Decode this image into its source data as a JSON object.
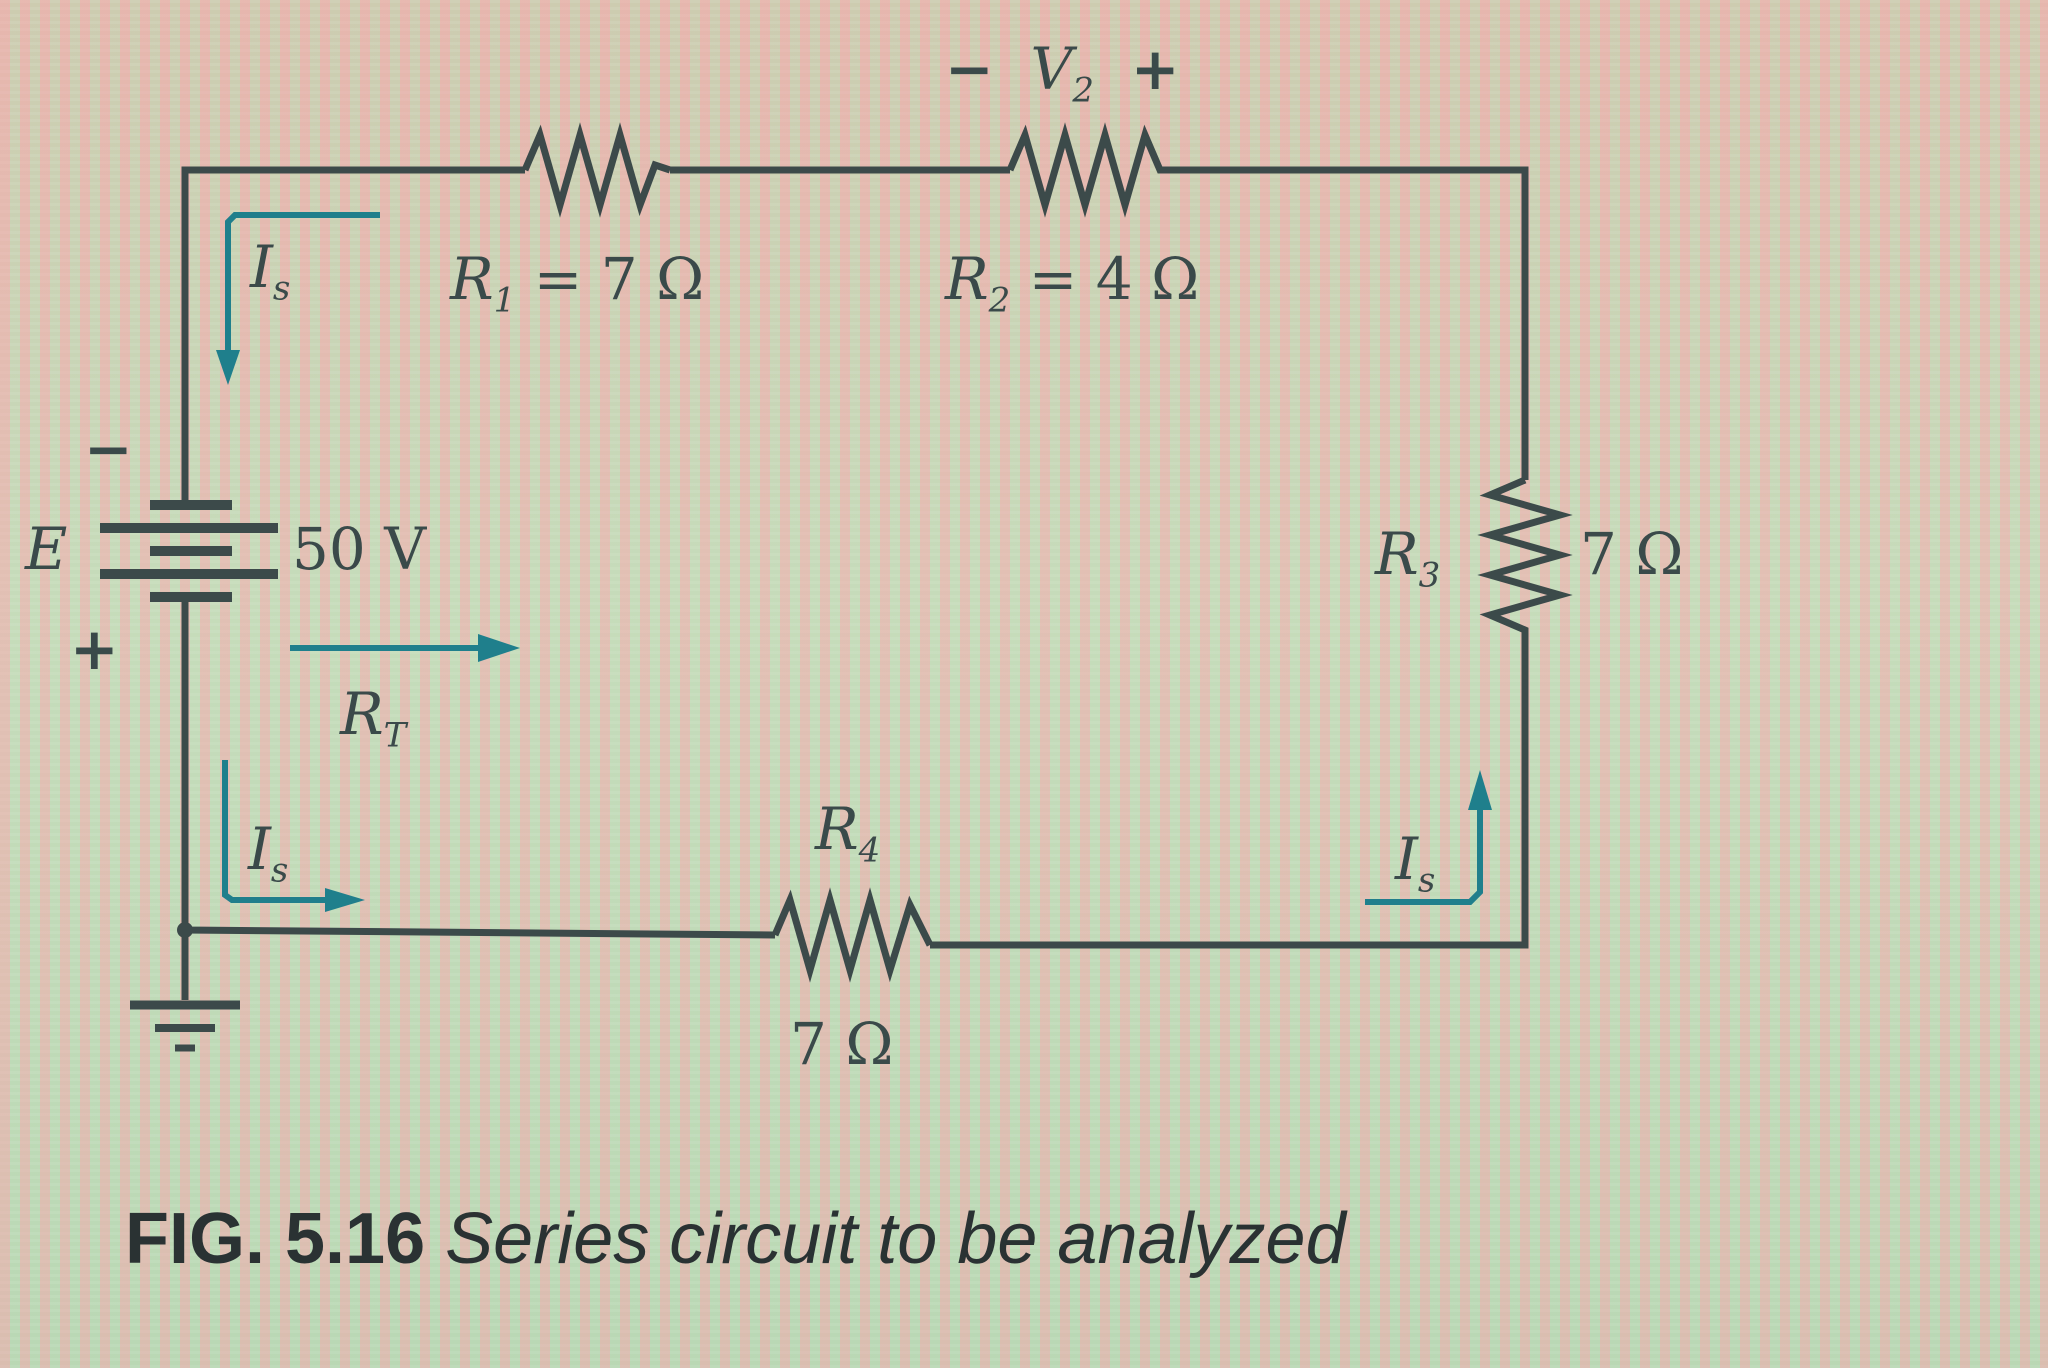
{
  "source": {
    "label": "E",
    "value": "50 V",
    "minus": "−",
    "plus": "+"
  },
  "resistors": {
    "r1": {
      "label": "R",
      "sub": "1",
      "value": "= 7 Ω"
    },
    "r2": {
      "label": "R",
      "sub": "2",
      "value": "= 4 Ω"
    },
    "r3": {
      "label": "R",
      "sub": "3",
      "value": "7 Ω"
    },
    "r4": {
      "label": "R",
      "sub": "4",
      "value": "7 Ω"
    }
  },
  "voltage_v2": {
    "minus": "−",
    "label": "V",
    "sub": "2",
    "plus": "+"
  },
  "currents": {
    "top_left": {
      "label": "I",
      "sub": "s"
    },
    "bottom_left": {
      "label": "I",
      "sub": "s"
    },
    "bottom_right": {
      "label": "I",
      "sub": "s"
    }
  },
  "total_resistance": {
    "label": "R",
    "sub": "T"
  },
  "caption": {
    "fig": "FIG. 5.16",
    "text": "Series circuit to be analyzed"
  },
  "colors": {
    "wire": "#3c4a4a",
    "arrow": "#1f7f8c",
    "text": "#3a4a4a"
  }
}
